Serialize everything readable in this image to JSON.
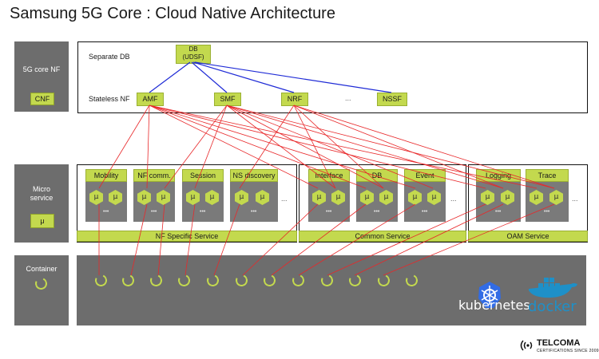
{
  "title": "Samsung 5G Core : Cloud Native Architecture",
  "rows": {
    "core_nf": {
      "label": "5G core NF",
      "chip": "CNF"
    },
    "micro_service": {
      "label": "Micro\nservice",
      "chip": "μ"
    },
    "container": {
      "label": "Container"
    }
  },
  "top": {
    "separate_db": "Separate DB",
    "db_line1": "DB",
    "db_line2": "(UDSF)",
    "stateless_nf": "Stateless NF",
    "nfs": [
      "AMF",
      "SMF",
      "NRF",
      "...",
      "NSSF"
    ]
  },
  "groups": {
    "nf_specific": "NF Specific Service",
    "common": "Common Service",
    "oam": "OAM Service"
  },
  "services": [
    "Mobility",
    "NF comm.",
    "Session",
    "NS discovery",
    "Interface",
    "DB",
    "Event",
    "Logging",
    "Trace"
  ],
  "micro_symbol": "μ",
  "dots": "...",
  "small_dots": "•••",
  "platforms": {
    "kubernetes": "kubernetes",
    "docker": "docker"
  },
  "brand": {
    "name": "TELCOMA",
    "tagline": "CERTIFICATIONS SINCE 2009"
  },
  "colors": {
    "accent": "#c3d94e",
    "panel": "#6d6d6d",
    "link_blue": "#1f2bd6",
    "link_red": "#e8282a"
  }
}
